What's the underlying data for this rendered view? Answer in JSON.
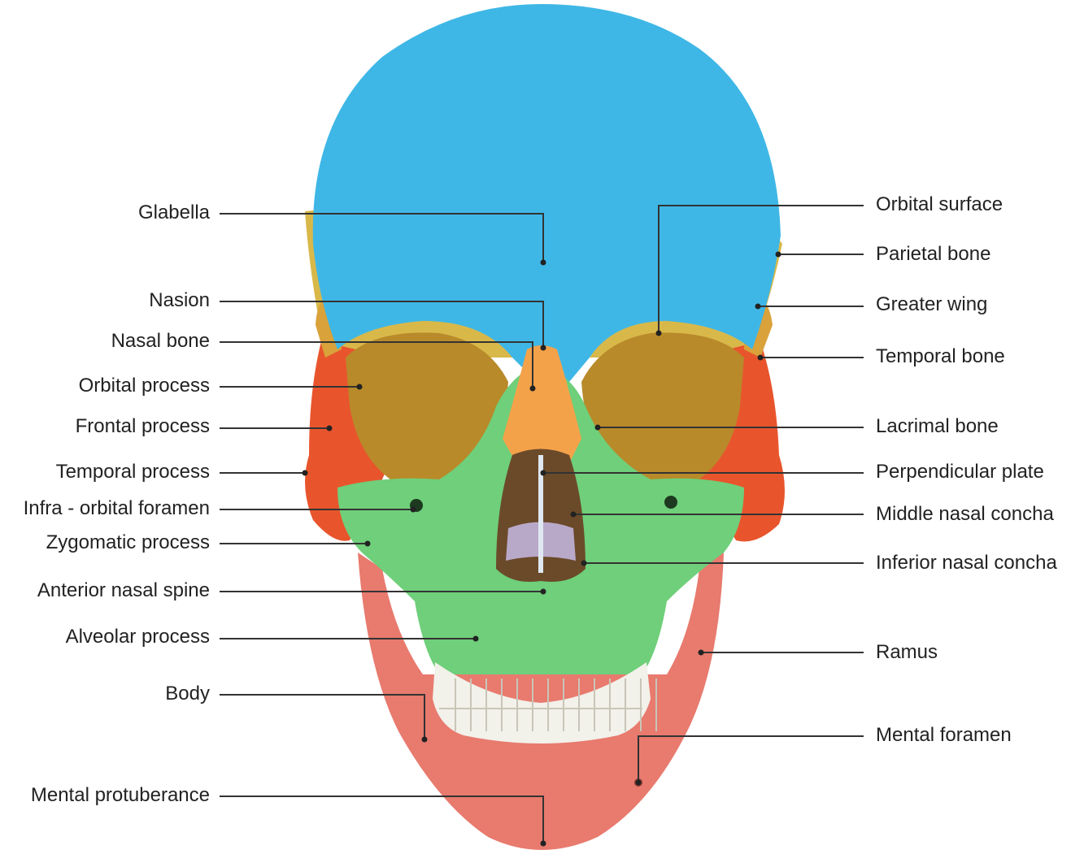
{
  "colors": {
    "frontal": "#3fb7e6",
    "maxilla": "#6fcf7a",
    "zygomatic": "#e8552d",
    "mandible": "#e87a6e",
    "nasal": "#f4a24a",
    "sphenoid": "#d9a23a",
    "teeth": "#f2f1ea",
    "leader": "#333333"
  },
  "labels": {
    "left": [
      "Glabella",
      "Nasion",
      "Nasal bone",
      "Orbital process",
      "Frontal process",
      "Temporal process",
      "Infra - orbital foramen",
      "Zygomatic process",
      "Anterior nasal spine",
      "Alveolar process",
      "Body",
      "Mental protuberance"
    ],
    "right": [
      "Orbital surface",
      "Parietal bone",
      "Greater wing",
      "Temporal bone",
      "Lacrimal bone",
      "Perpendicular plate",
      "Middle nasal concha",
      "Inferior nasal concha",
      "Ramus",
      "Mental foramen"
    ]
  }
}
